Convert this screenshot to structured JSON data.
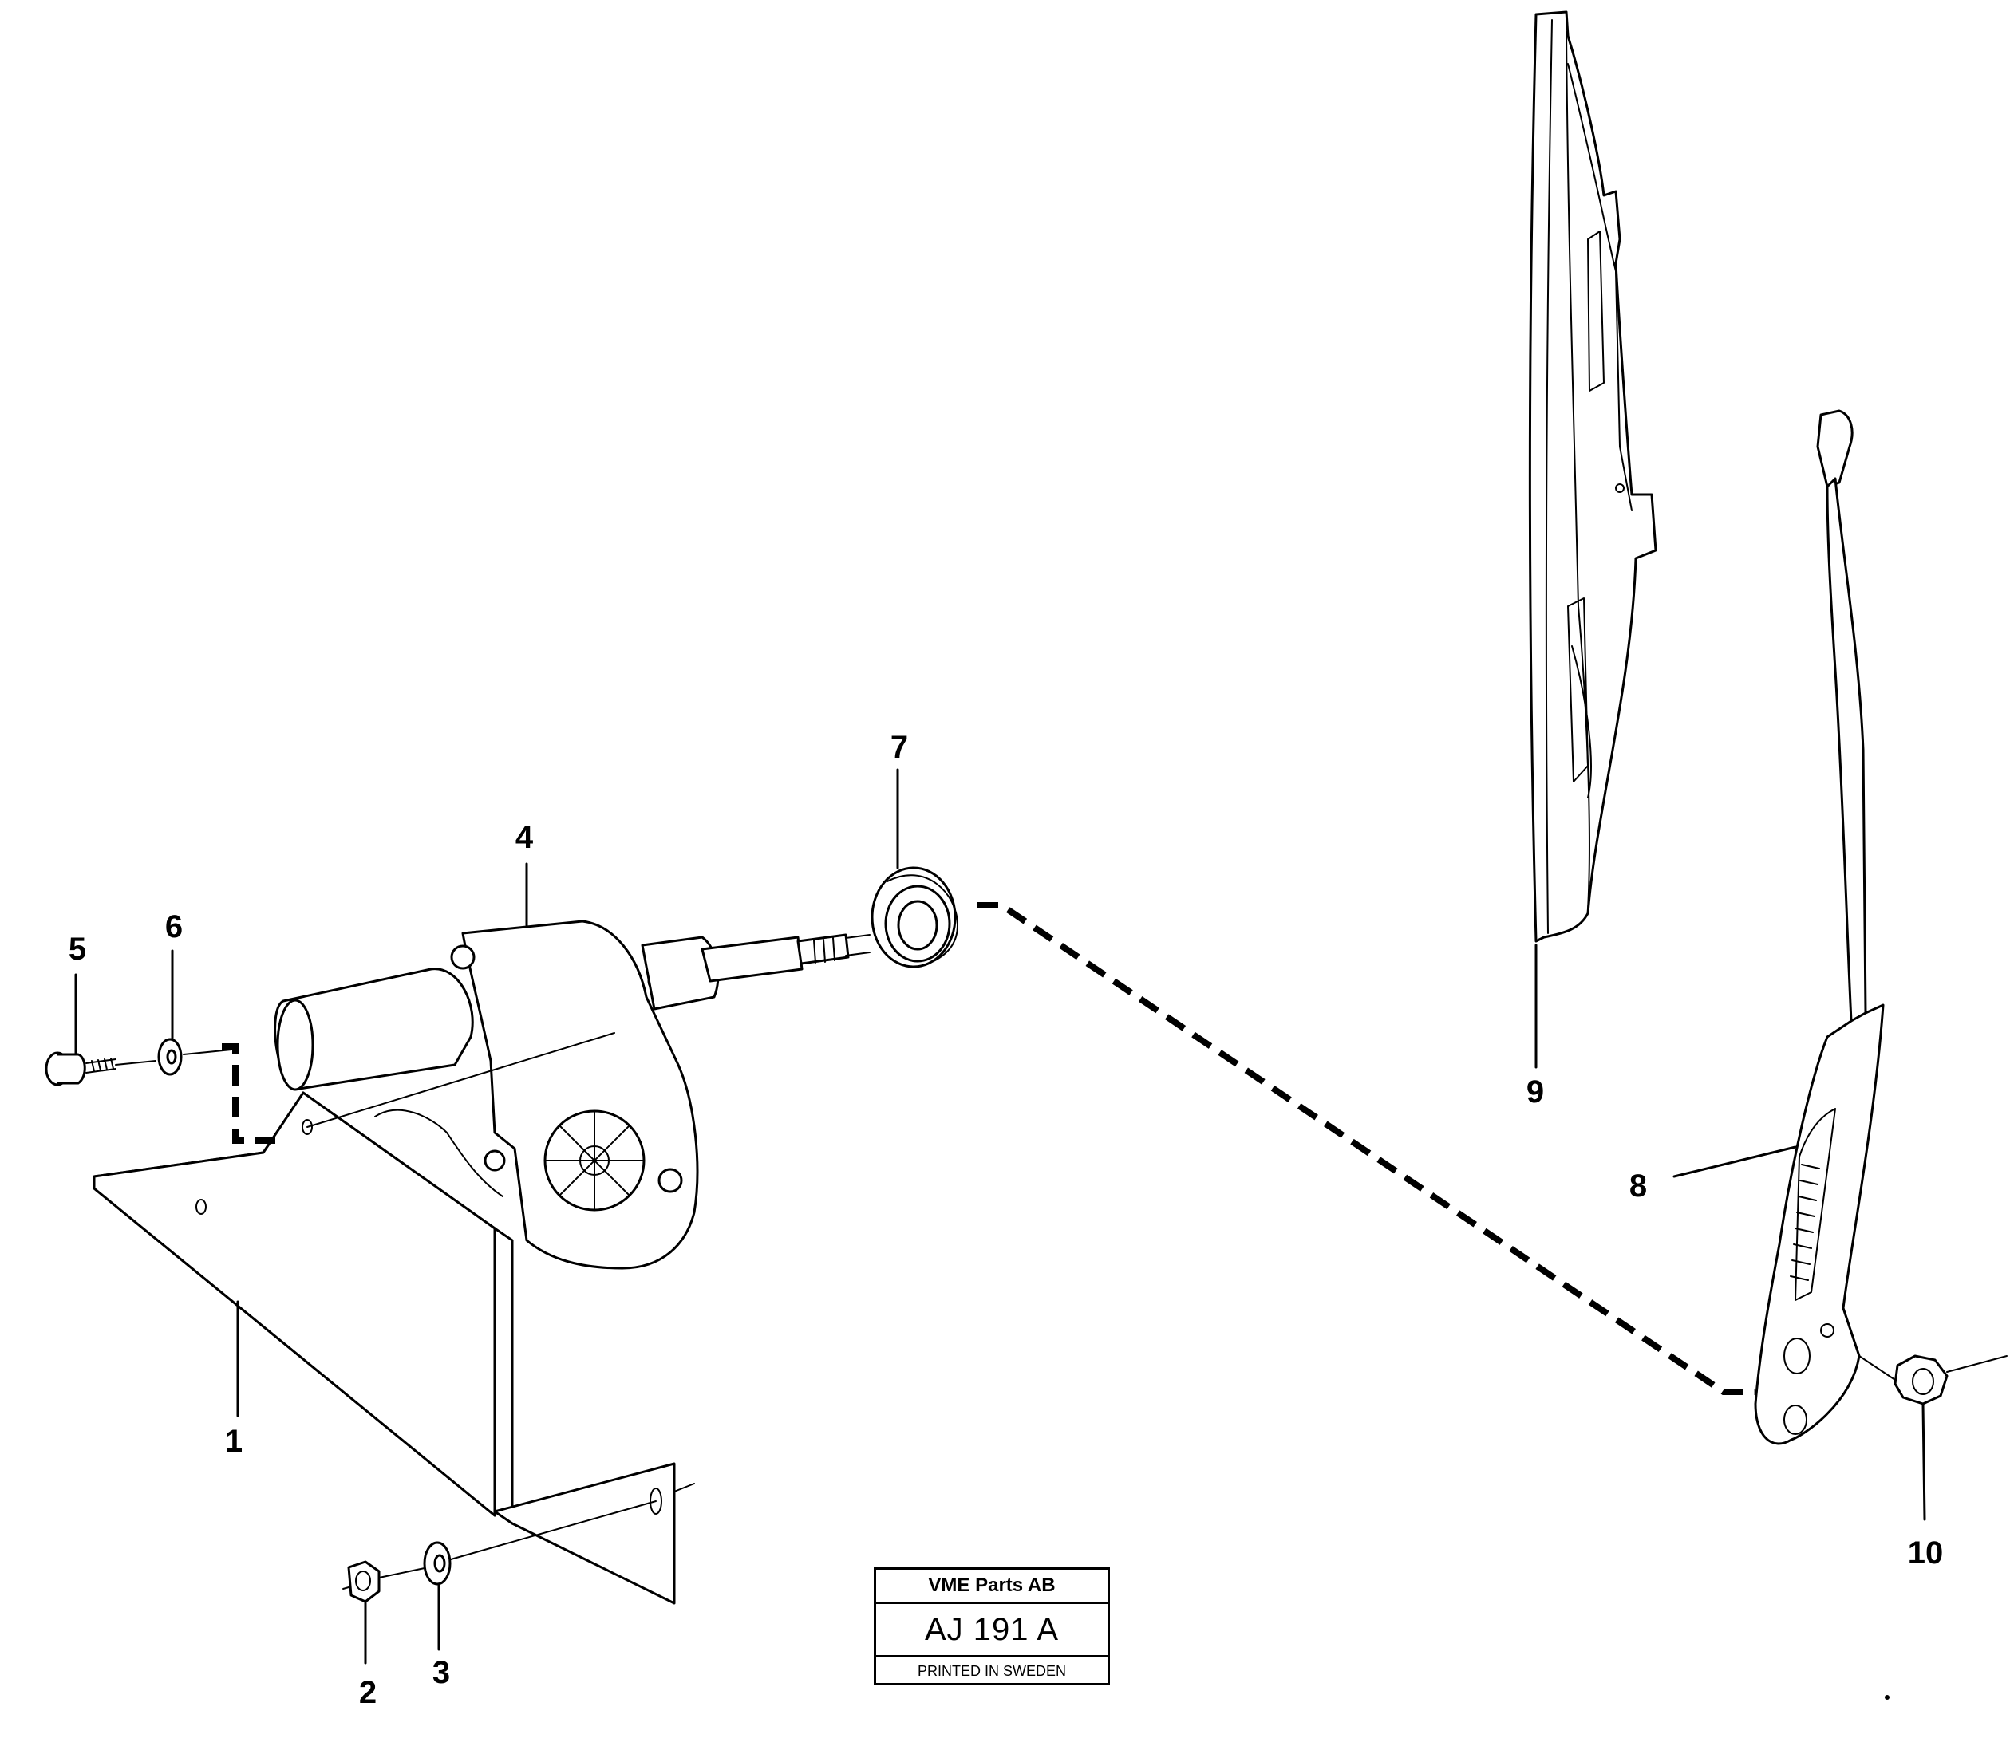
{
  "callouts": [
    {
      "id": "1",
      "label": "1"
    },
    {
      "id": "2",
      "label": "2"
    },
    {
      "id": "3",
      "label": "3"
    },
    {
      "id": "4",
      "label": "4"
    },
    {
      "id": "5",
      "label": "5"
    },
    {
      "id": "6",
      "label": "6"
    },
    {
      "id": "7",
      "label": "7"
    },
    {
      "id": "8",
      "label": "8"
    },
    {
      "id": "9",
      "label": "9"
    },
    {
      "id": "10",
      "label": "10"
    }
  ],
  "title_block": {
    "company": "VME Parts AB",
    "drawing_number": "AJ 191 A",
    "printed": "PRINTED IN SWEDEN"
  }
}
